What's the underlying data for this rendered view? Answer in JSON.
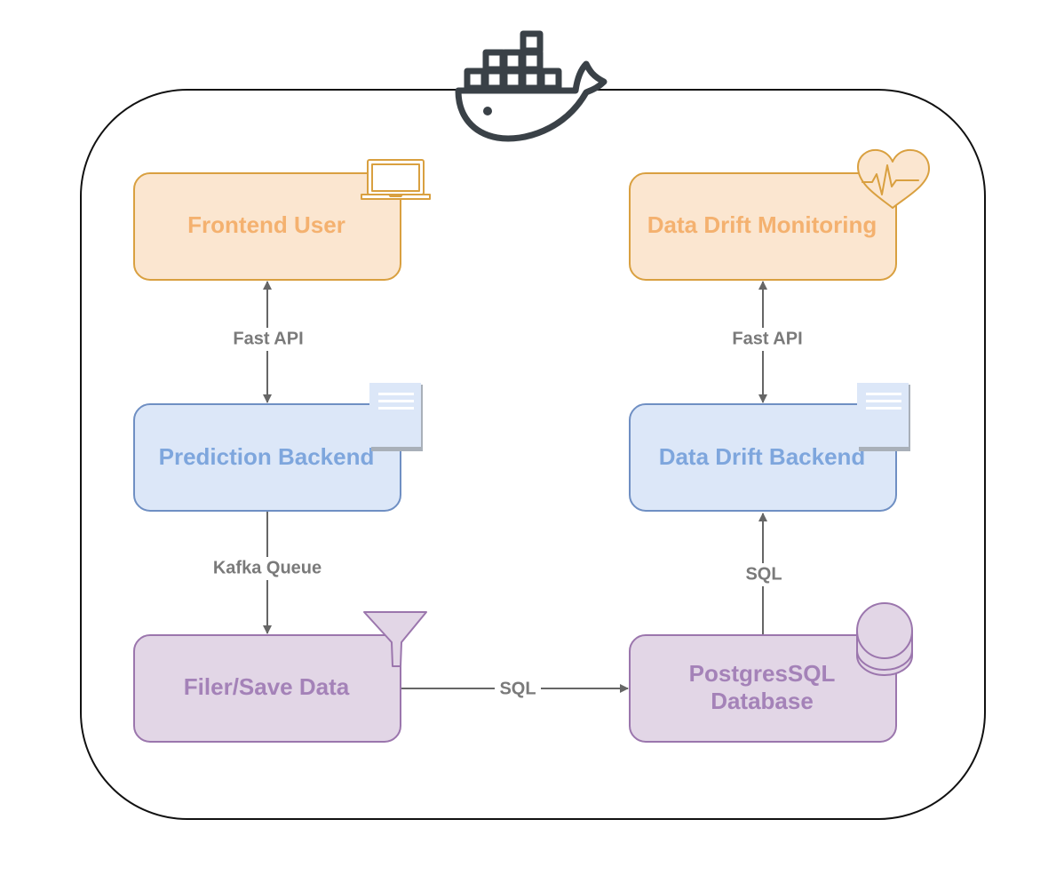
{
  "colors": {
    "orange_fill": "#fbe6d0",
    "orange_stroke": "#d9a040",
    "orange_text": "#f4b16f",
    "blue_fill": "#dce7f8",
    "blue_stroke": "#6f8fc3",
    "blue_text": "#7ea6dd",
    "purple_fill": "#e2d6e6",
    "purple_stroke": "#9b76ad",
    "purple_text": "#a482b8",
    "arrow": "#666666",
    "container_stroke": "#111111",
    "docker_icon": "#3a4147"
  },
  "nodes": {
    "frontend_user": "Frontend User",
    "data_drift_monitoring": "Data Drift Monitoring",
    "prediction_backend": "Prediction Backend",
    "data_drift_backend": "Data Drift Backend",
    "filter_save_data": "Filer/Save Data",
    "postgres_line1": "PostgresSQL",
    "postgres_line2": "Database"
  },
  "edges": {
    "frontend_to_prediction": "Fast API",
    "monitoring_to_drift_backend": "Fast API",
    "prediction_to_filter": "Kafka Queue",
    "filter_to_postgres": "SQL",
    "postgres_to_drift_backend": "SQL"
  },
  "icons": {
    "container": "docker-whale-icon",
    "frontend": "laptop-icon",
    "monitoring": "heart-pulse-icon",
    "prediction": "document-icon",
    "drift_backend": "document-icon",
    "filter": "funnel-icon",
    "database": "database-cylinder-icon"
  }
}
